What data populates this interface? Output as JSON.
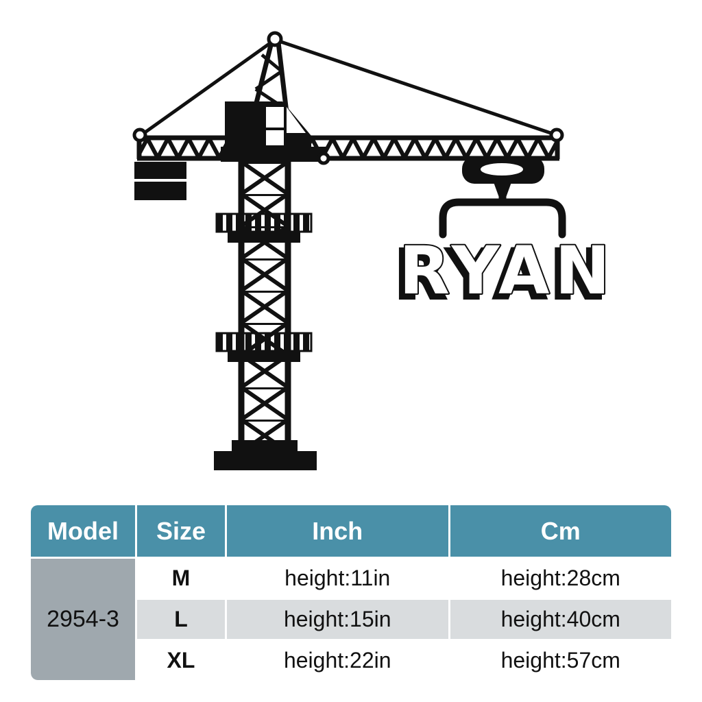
{
  "crane": {
    "name": "RYAN"
  },
  "table": {
    "headers": [
      "Model",
      "Size",
      "Inch",
      "Cm"
    ],
    "model": "2954-3",
    "rows": [
      {
        "size": "M",
        "inch": "height:11in",
        "cm": "height:28cm"
      },
      {
        "size": "L",
        "inch": "height:15in",
        "cm": "height:40cm"
      },
      {
        "size": "XL",
        "inch": "height:22in",
        "cm": "height:57cm"
      }
    ]
  },
  "colors": {
    "ink": "#111111",
    "header_bg": "#4a90a8",
    "model_bg": "#9fa8ae",
    "row_alt_bg": "#d9dcde"
  }
}
